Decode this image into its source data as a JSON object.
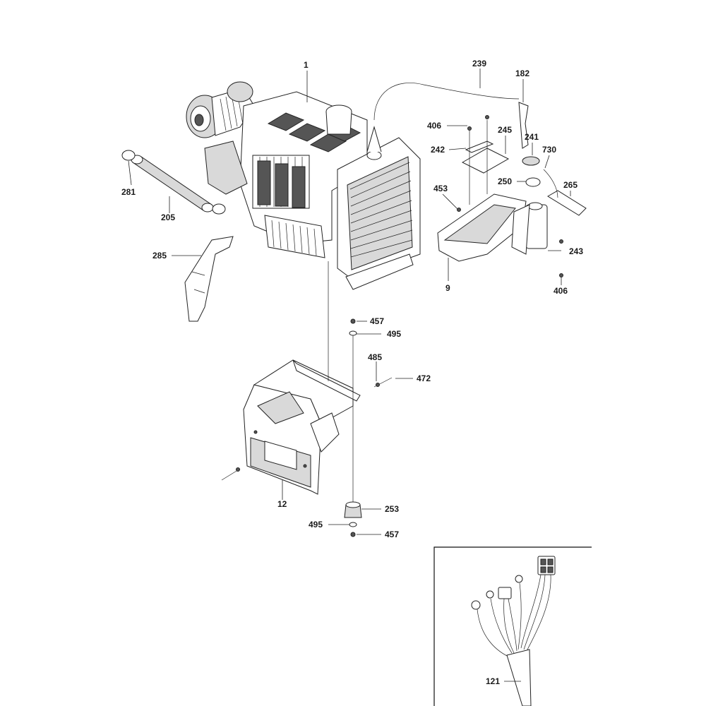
{
  "diagram": {
    "type": "exploded-parts-diagram",
    "colors": {
      "line": "#222222",
      "background": "#ffffff",
      "shade": "#d9d9d9"
    },
    "callouts": {
      "c1": "1",
      "c239": "239",
      "c182": "182",
      "c406a": "406",
      "c245": "245",
      "c241": "241",
      "c242": "242",
      "c730": "730",
      "c250": "250",
      "c265": "265",
      "c453": "453",
      "c281": "281",
      "c205": "205",
      "c285": "285",
      "c243": "243",
      "c9": "9",
      "c406b": "406",
      "c457a": "457",
      "c495a": "495",
      "c485": "485",
      "c472": "472",
      "c12": "12",
      "c253": "253",
      "c495b": "495",
      "c457b": "457",
      "c121": "121"
    },
    "inset": {
      "subject": "wiring-harness"
    }
  }
}
